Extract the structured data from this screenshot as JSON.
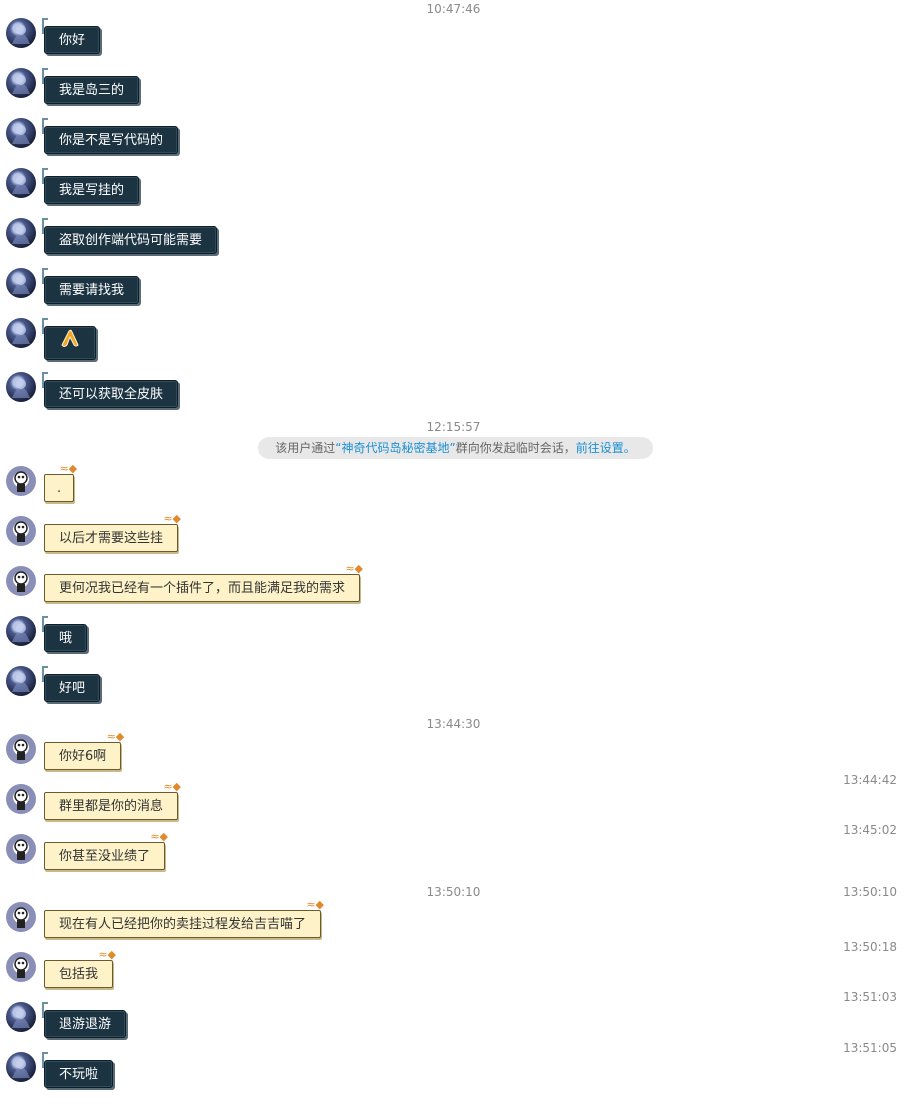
{
  "timestamps_center": [
    "10:47:46",
    "12:15:57",
    "13:44:30",
    "13:50:10"
  ],
  "notice": {
    "prefix": "该用户通过",
    "group_link": "“神奇代码岛秘密基地”",
    "middle": "群向你发起临时会话，",
    "settings_link": "前往设置。"
  },
  "timestamps_right": [
    "13:44:42",
    "13:45:02",
    "13:50:10",
    "13:50:18",
    "13:51:03",
    "13:51:05"
  ],
  "messages": [
    {
      "text": "你好"
    },
    {
      "text": "我是岛三的"
    },
    {
      "text": "你是不是写代码的"
    },
    {
      "text": "我是写挂的"
    },
    {
      "text": "盗取创作端代码可能需要"
    },
    {
      "text": "需要请找我"
    },
    {
      "text": "",
      "emoji": "ok-hand-emoji"
    },
    {
      "text": "还可以获取全皮肤"
    },
    {
      "text": "."
    },
    {
      "text": "以后才需要这些挂"
    },
    {
      "text": "更何况我已经有一个插件了，而且能满足我的需求"
    },
    {
      "text": "哦"
    },
    {
      "text": "好吧"
    },
    {
      "text": "你好6啊"
    },
    {
      "text": "群里都是你的消息"
    },
    {
      "text": "你甚至没业绩了"
    },
    {
      "text": "现在有人已经把你的卖挂过程发给吉吉喵了"
    },
    {
      "text": "包括我"
    },
    {
      "text": "退游退游"
    },
    {
      "text": "不玩啦"
    }
  ],
  "colors": {
    "dark_bubble": "#1c3442",
    "light_bubble": "#fdf2c8",
    "link": "#1a8fd6"
  }
}
